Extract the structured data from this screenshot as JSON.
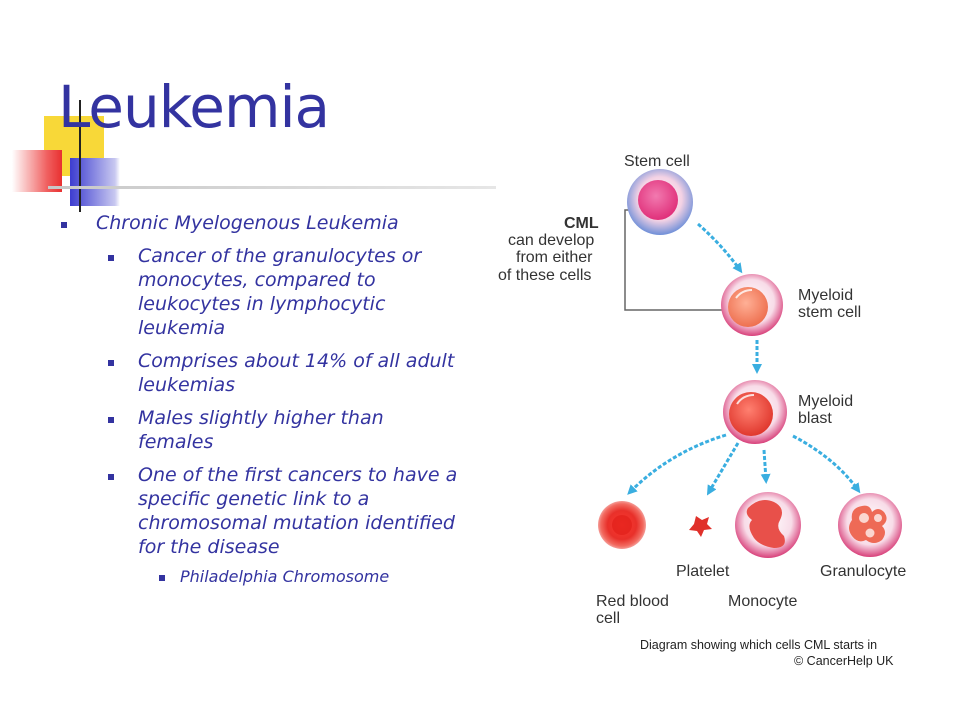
{
  "slide": {
    "title": "Leukemia"
  },
  "bullets": {
    "main": "Chronic Myelogenous Leukemia",
    "sub": [
      "Cancer of the granulocytes or monocytes, compared to leukocytes in lymphocytic leukemia",
      "Comprises about 14% of all adult leukemias",
      "Males slightly higher than females",
      "One of the first cancers to have a specific genetic link to a chromosomal mutation identified for the disease"
    ],
    "subsub": "Philadelphia Chromosome"
  },
  "diagram": {
    "stem_cell": "Stem cell",
    "cml_title": "CML",
    "cml_lines": [
      "can develop",
      "from either",
      "of these cells"
    ],
    "myeloid_stem_cell": [
      "Myeloid",
      "stem cell"
    ],
    "myeloid_blast": [
      "Myeloid",
      "blast"
    ],
    "red_blood_cell": [
      "Red blood",
      "cell"
    ],
    "platelet": "Platelet",
    "monocyte": "Monocyte",
    "granulocyte": "Granulocyte",
    "caption": "Diagram showing which cells CML starts in",
    "credit": "© CancerHelp UK"
  },
  "colors": {
    "title_text": "#3333a0",
    "arrow": "#3aaee0",
    "cell_red": "#e8413a",
    "stem_pink": "#e6327e"
  }
}
